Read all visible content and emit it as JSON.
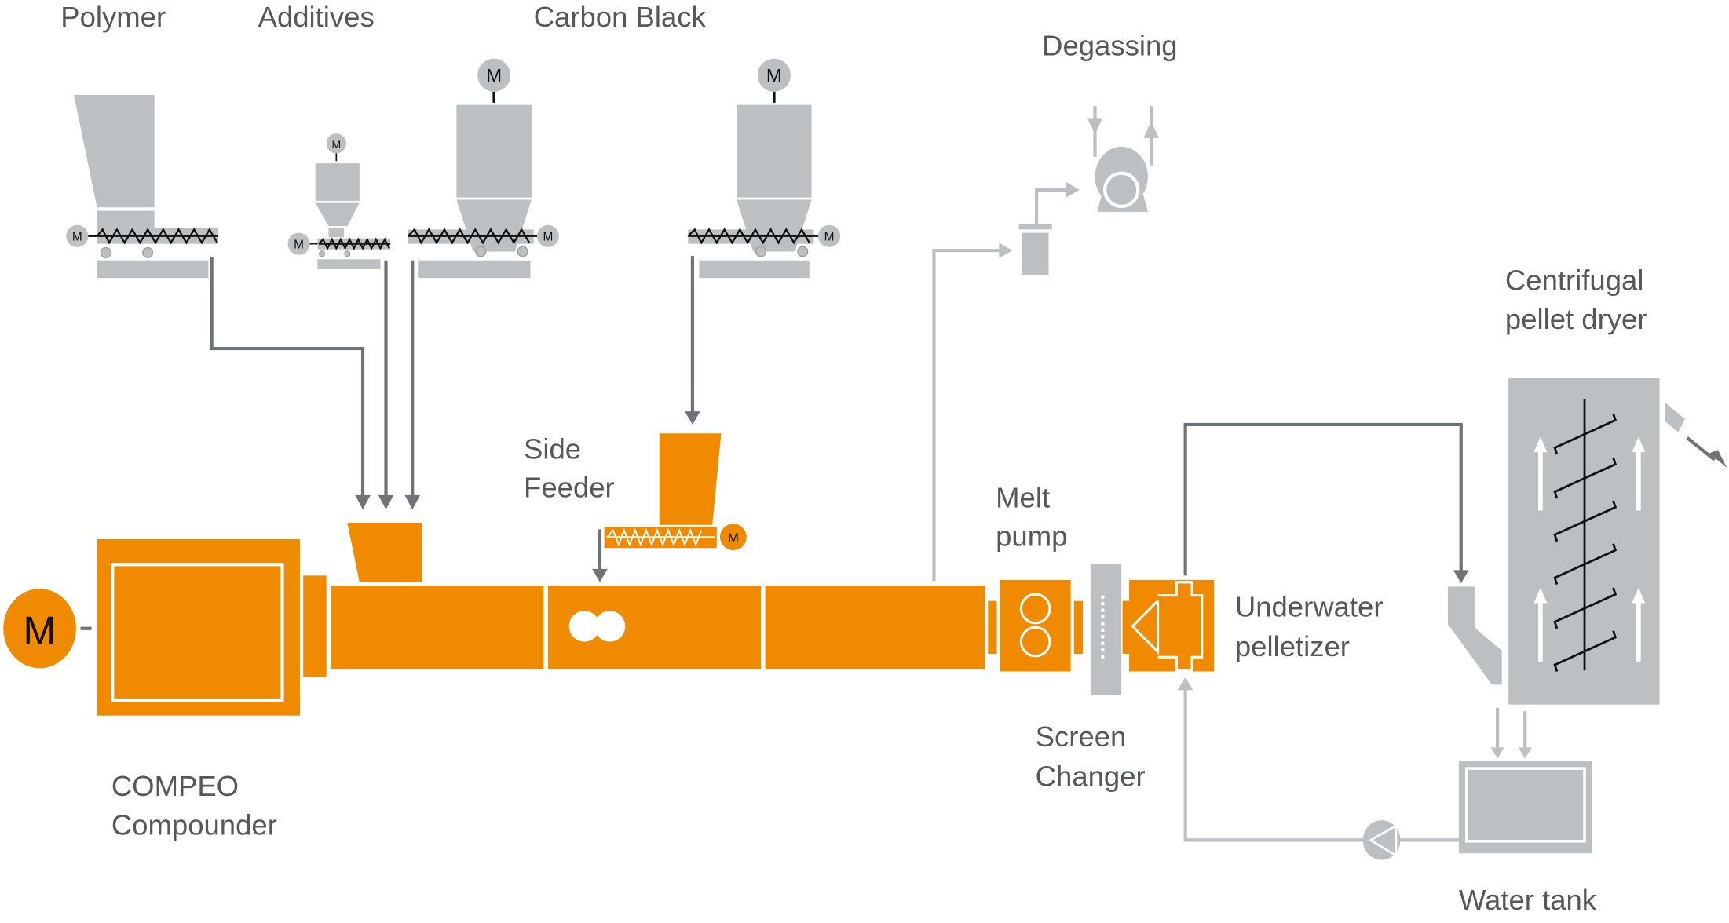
{
  "diagram": {
    "title": "Compounding line process flow",
    "colors": {
      "process": "#f08a00",
      "equipment": "#bcc0c3",
      "flow_dark": "#6f7377",
      "label": "#54585b"
    },
    "motor_symbol": "M",
    "labels": {
      "polymer": "Polymer",
      "additives": "Additives",
      "carbon_black": "Carbon Black",
      "degassing": "Degassing",
      "side_feeder_1": "Side",
      "side_feeder_2": "Feeder",
      "melt_pump_1": "Melt",
      "melt_pump_2": "pump",
      "underwater_1": "Underwater",
      "underwater_2": "pelletizer",
      "dryer_1": "Centrifugal",
      "dryer_2": "pellet dryer",
      "screen_1": "Screen",
      "screen_2": "Changer",
      "compeo_1": "COMPEO",
      "compeo_2": "Compounder",
      "water_tank": "Water tank"
    }
  }
}
